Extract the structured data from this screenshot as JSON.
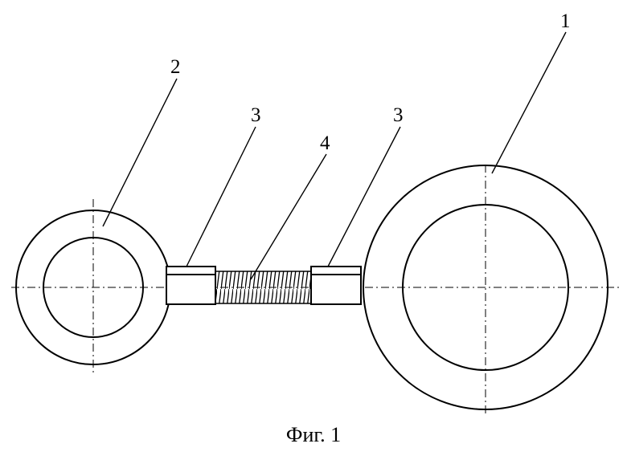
{
  "labels": {
    "ring_large": "1",
    "ring_small": "2",
    "sleeve_left": "3",
    "sleeve_right": "3",
    "spring": "4"
  },
  "caption": "Фиг. 1",
  "colors": {
    "ink": "#000000",
    "background": "#ffffff"
  }
}
